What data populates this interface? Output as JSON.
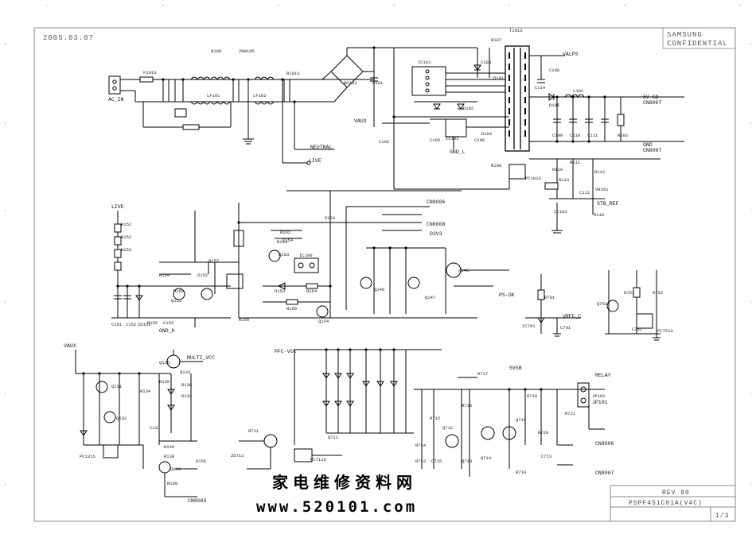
{
  "header": {
    "date": "2005.03.07",
    "confidential_line1": "SAMSUNG",
    "confidential_line2": "CONFIDENTIAL"
  },
  "title_block": {
    "rev": "REV 00",
    "part_no": "PSPF451C01A(V4C)",
    "sheet": "1/3"
  },
  "watermark": {
    "line1": "家电维修资料网",
    "line2": "www.520101.com"
  },
  "connectors": [
    {
      "id": "ac_in",
      "label": "AC_IN"
    },
    {
      "id": "cn8007_a",
      "label": "CN8007"
    },
    {
      "id": "cn8007_b",
      "label": "CN8007"
    },
    {
      "id": "cn8006",
      "label": "CN8006"
    },
    {
      "id": "cn8008",
      "label": "CN8008"
    },
    {
      "id": "cn8005",
      "label": "CN8005"
    },
    {
      "id": "cn8007_c",
      "label": "CN8007"
    },
    {
      "id": "cn8006_b",
      "label": "CN8006"
    },
    {
      "id": "jp101",
      "label": "JP101"
    }
  ],
  "net_labels": {
    "live_top": "LIVE",
    "live_left": "LIVE",
    "neutral": "NEUTRAL",
    "valps": "VALPS",
    "vaux": "VAUX",
    "v5b": "5V SB",
    "gnd_right": "GND",
    "stb_ref": "STB_REF",
    "d3v3": "D3V3",
    "ps_ok": "PS-OK",
    "valve": "VAUX",
    "pfc_vcc": "PFC-VCC",
    "vref_c": "VREF_C",
    "relay": "RELAY",
    "gnd_h": "GND_H",
    "gnd_l": "GND_L",
    "s5v": "5VSB",
    "multi_vcc": "MULTI_VCC"
  },
  "components": [
    {
      "ref": "F101S"
    },
    {
      "ref": "R100"
    },
    {
      "ref": "ZNR105"
    },
    {
      "ref": "R101S"
    },
    {
      "ref": "LF101"
    },
    {
      "ref": "LF102"
    },
    {
      "ref": "BD101"
    },
    {
      "ref": "C101"
    },
    {
      "ref": "IC101"
    },
    {
      "ref": "T101S"
    },
    {
      "ref": "R107"
    },
    {
      "ref": "C103"
    },
    {
      "ref": "D101"
    },
    {
      "ref": "C108"
    },
    {
      "ref": "D105"
    },
    {
      "ref": "L101"
    },
    {
      "ref": "C109"
    },
    {
      "ref": "C110"
    },
    {
      "ref": "C111"
    },
    {
      "ref": "R102"
    },
    {
      "ref": "C114"
    },
    {
      "ref": "IC102"
    },
    {
      "ref": "C105"
    },
    {
      "ref": "C106"
    },
    {
      "ref": "D102"
    },
    {
      "ref": "D103"
    },
    {
      "ref": "C102"
    },
    {
      "ref": "R108"
    },
    {
      "ref": "R110"
    },
    {
      "ref": "R111"
    },
    {
      "ref": "R112"
    },
    {
      "ref": "R113"
    },
    {
      "ref": "PC101S"
    },
    {
      "ref": "VR101"
    },
    {
      "ref": "C112"
    },
    {
      "ref": "IC103"
    },
    {
      "ref": "R116"
    },
    {
      "ref": "R151"
    },
    {
      "ref": "R152"
    },
    {
      "ref": "R153"
    },
    {
      "ref": "R154"
    },
    {
      "ref": "R155"
    },
    {
      "ref": "R156"
    },
    {
      "ref": "R157"
    },
    {
      "ref": "C151"
    },
    {
      "ref": "C152"
    },
    {
      "ref": "C153"
    },
    {
      "ref": "ZD151"
    },
    {
      "ref": "D152"
    },
    {
      "ref": "Q152"
    },
    {
      "ref": "R160"
    },
    {
      "ref": "R162"
    },
    {
      "ref": "R163"
    },
    {
      "ref": "R164"
    },
    {
      "ref": "R165"
    },
    {
      "ref": "C154"
    },
    {
      "ref": "D153"
    },
    {
      "ref": "D154"
    },
    {
      "ref": "Q153"
    },
    {
      "ref": "Q154"
    },
    {
      "ref": "IC100"
    },
    {
      "ref": "Q146"
    },
    {
      "ref": "Q147"
    },
    {
      "ref": "Q148"
    },
    {
      "ref": "R701"
    },
    {
      "ref": "IC701"
    },
    {
      "ref": "C701"
    },
    {
      "ref": "R751"
    },
    {
      "ref": "R752"
    },
    {
      "ref": "Q751"
    },
    {
      "ref": "PC751S"
    },
    {
      "ref": "C751"
    },
    {
      "ref": "Q131"
    },
    {
      "ref": "Q132"
    },
    {
      "ref": "Q133"
    },
    {
      "ref": "Q135"
    },
    {
      "ref": "R134"
    },
    {
      "ref": "R135"
    },
    {
      "ref": "R136"
    },
    {
      "ref": "D133"
    },
    {
      "ref": "C131"
    },
    {
      "ref": "R140"
    },
    {
      "ref": "R138"
    },
    {
      "ref": "Q139"
    },
    {
      "ref": "PC131S"
    },
    {
      "ref": "R168"
    },
    {
      "ref": "D155"
    },
    {
      "ref": "R711"
    },
    {
      "ref": "R712"
    },
    {
      "ref": "R713"
    },
    {
      "ref": "R714"
    },
    {
      "ref": "R716"
    },
    {
      "ref": "R718"
    },
    {
      "ref": "R719"
    },
    {
      "ref": "R720"
    },
    {
      "ref": "R721"
    },
    {
      "ref": "Q711"
    },
    {
      "ref": "Q712"
    },
    {
      "ref": "Q713"
    },
    {
      "ref": "Q714"
    },
    {
      "ref": "Q715"
    },
    {
      "ref": "C713"
    },
    {
      "ref": "C715"
    },
    {
      "ref": "PC711S"
    },
    {
      "ref": "ZD711"
    },
    {
      "ref": "R717"
    },
    {
      "ref": "JP101"
    }
  ]
}
